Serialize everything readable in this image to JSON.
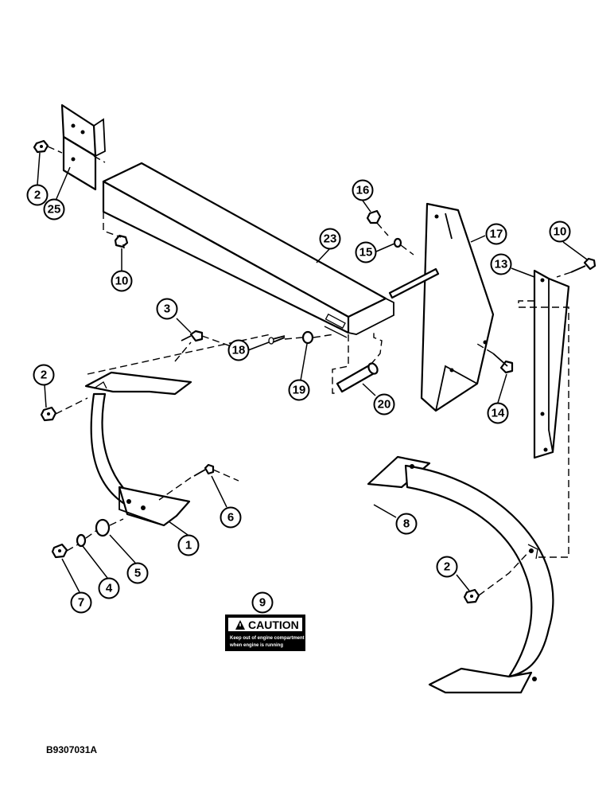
{
  "figure_id": "B9307031A",
  "callouts": [
    {
      "num": "2"
    },
    {
      "num": "25"
    },
    {
      "num": "10"
    },
    {
      "num": "3"
    },
    {
      "num": "2"
    },
    {
      "num": "6"
    },
    {
      "num": "1"
    },
    {
      "num": "5"
    },
    {
      "num": "4"
    },
    {
      "num": "7"
    },
    {
      "num": "9"
    },
    {
      "num": "18"
    },
    {
      "num": "19"
    },
    {
      "num": "20"
    },
    {
      "num": "23"
    },
    {
      "num": "16"
    },
    {
      "num": "15"
    },
    {
      "num": "17"
    },
    {
      "num": "14"
    },
    {
      "num": "10"
    },
    {
      "num": "13"
    },
    {
      "num": "8"
    },
    {
      "num": "2"
    }
  ],
  "caution_decal": {
    "heading": "CAUTION",
    "line1": "Keep out of engine compartment",
    "line2": "when engine is running"
  }
}
